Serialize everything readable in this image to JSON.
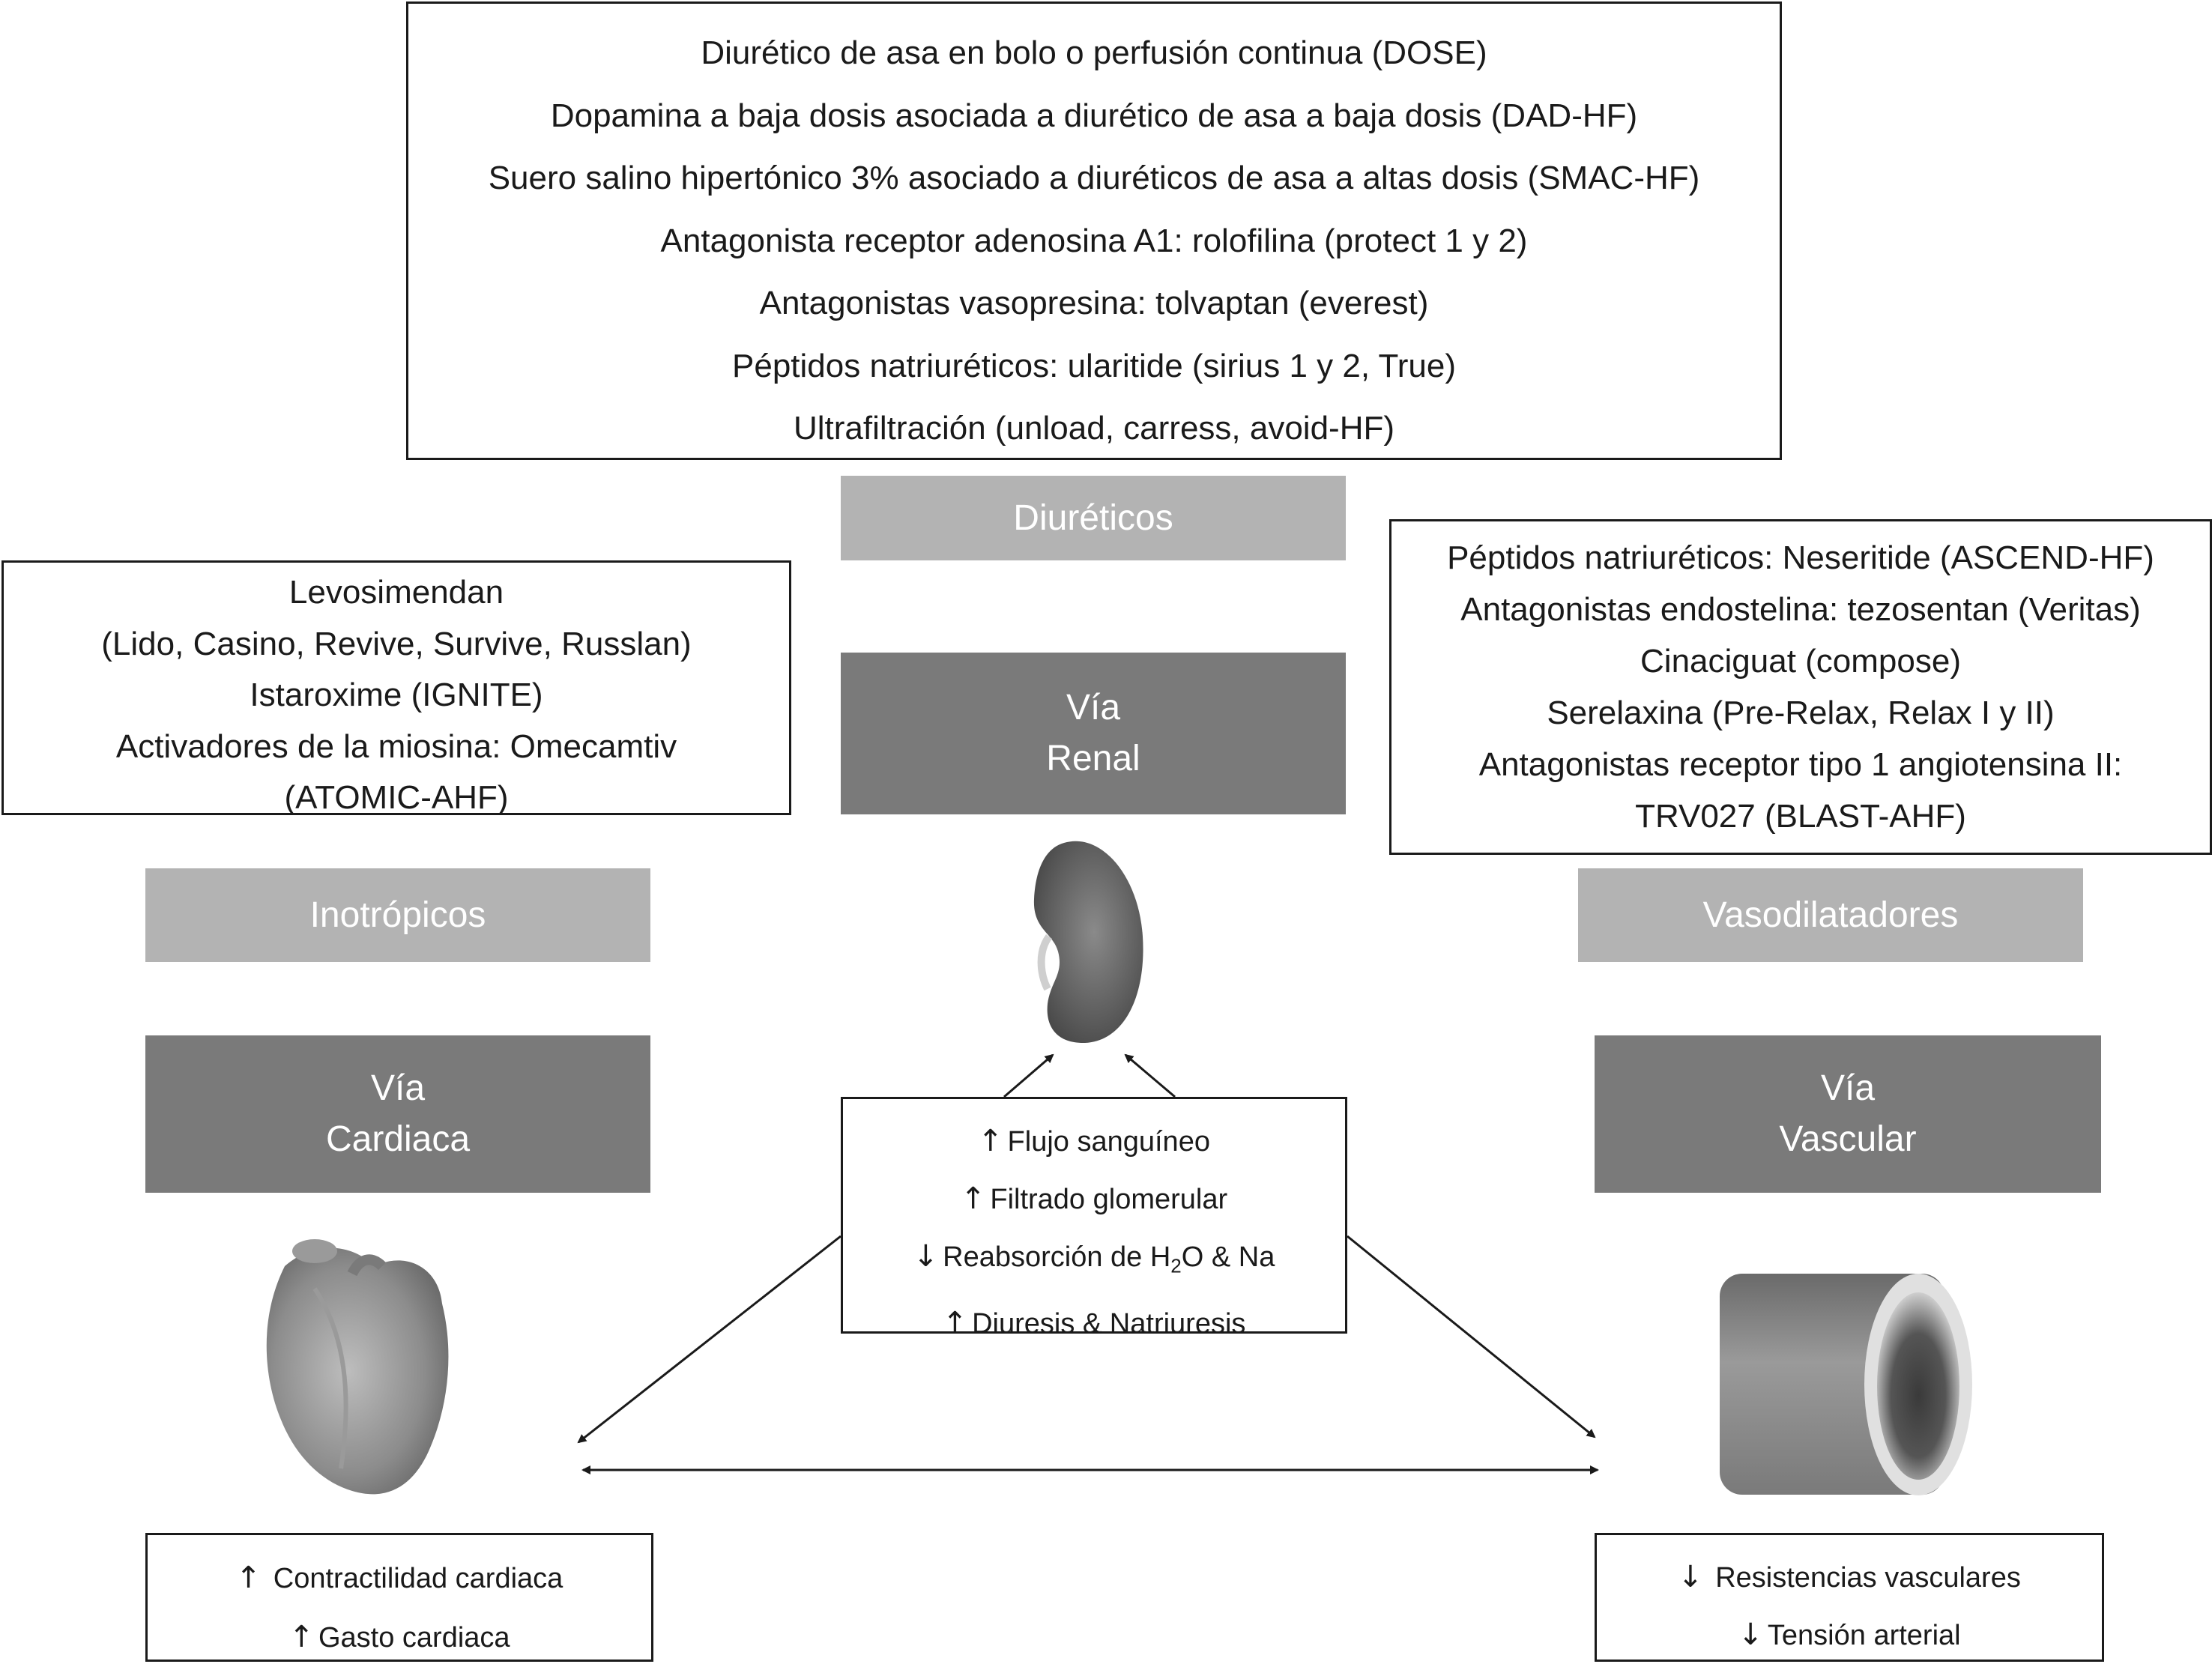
{
  "top_box": {
    "lines": [
      "Diurético de asa en bolo o perfusión continua (DOSE)",
      "Dopamina a baja dosis asociada a diurético de asa a baja dosis (DAD-HF)",
      "Suero salino hipertónico 3% asociado a diuréticos de asa a altas dosis (SMAC-HF)",
      "Antagonista receptor adenosina A1: rolofilina (protect 1 y 2)",
      "Antagonistas vasopresina: tolvaptan (everest)",
      "Péptidos natriuréticos: ularitide (sirius 1 y 2, True)",
      "Ultrafiltración (unload, carress, avoid-HF)"
    ]
  },
  "left_box": {
    "lines": [
      "Levosimendan",
      "(Lido, Casino, Revive, Survive, Russlan)",
      "Istaroxime (IGNITE)",
      "Activadores de la miosina: Omecamtiv",
      "(ATOMIC-AHF)"
    ]
  },
  "right_box": {
    "lines": [
      "Péptidos natriuréticos: Neseritide (ASCEND-HF)",
      "Antagonistas endostelina: tezosentan (Veritas)",
      "Cinaciguat (compose)",
      "Serelaxina (Pre-Relax, Relax I y II)",
      "Antagonistas receptor tipo 1 angiotensina II:",
      "TRV027 (BLAST-AHF)"
    ]
  },
  "labels": {
    "diureticos": "Diuréticos",
    "inotropicos": "Inotrópicos",
    "vasodilatadores": "Vasodilatadores",
    "via_renal": [
      "Vía",
      "Renal"
    ],
    "via_cardiaca": [
      "Vía",
      "Cardiaca"
    ],
    "via_vascular": [
      "Vía",
      "Vascular"
    ]
  },
  "renal_effects": {
    "flujo": "Flujo sanguíneo",
    "filtrado": "Filtrado glomerular",
    "reabsorcion_prefix": "Reabsorción de H",
    "reabsorcion_sub": "2",
    "reabsorcion_suffix": "O & Na",
    "diuresis": "Diuresis & Natriuresis"
  },
  "cardiac_effects": {
    "contractilidad": "Contractilidad cardiaca",
    "gasto": "Gasto cardiaca"
  },
  "vascular_effects": {
    "resistencias": "Resistencias vasculares",
    "tension": "Tensión arterial"
  },
  "icons": {
    "up": "↑",
    "down": "↓",
    "kidney": "kidney-icon",
    "heart": "heart-icon",
    "vessel": "blood-vessel-icon"
  },
  "colors": {
    "light_label": "#b3b3b3",
    "dark_label": "#7a7a7a",
    "border": "#1a1a1a"
  }
}
